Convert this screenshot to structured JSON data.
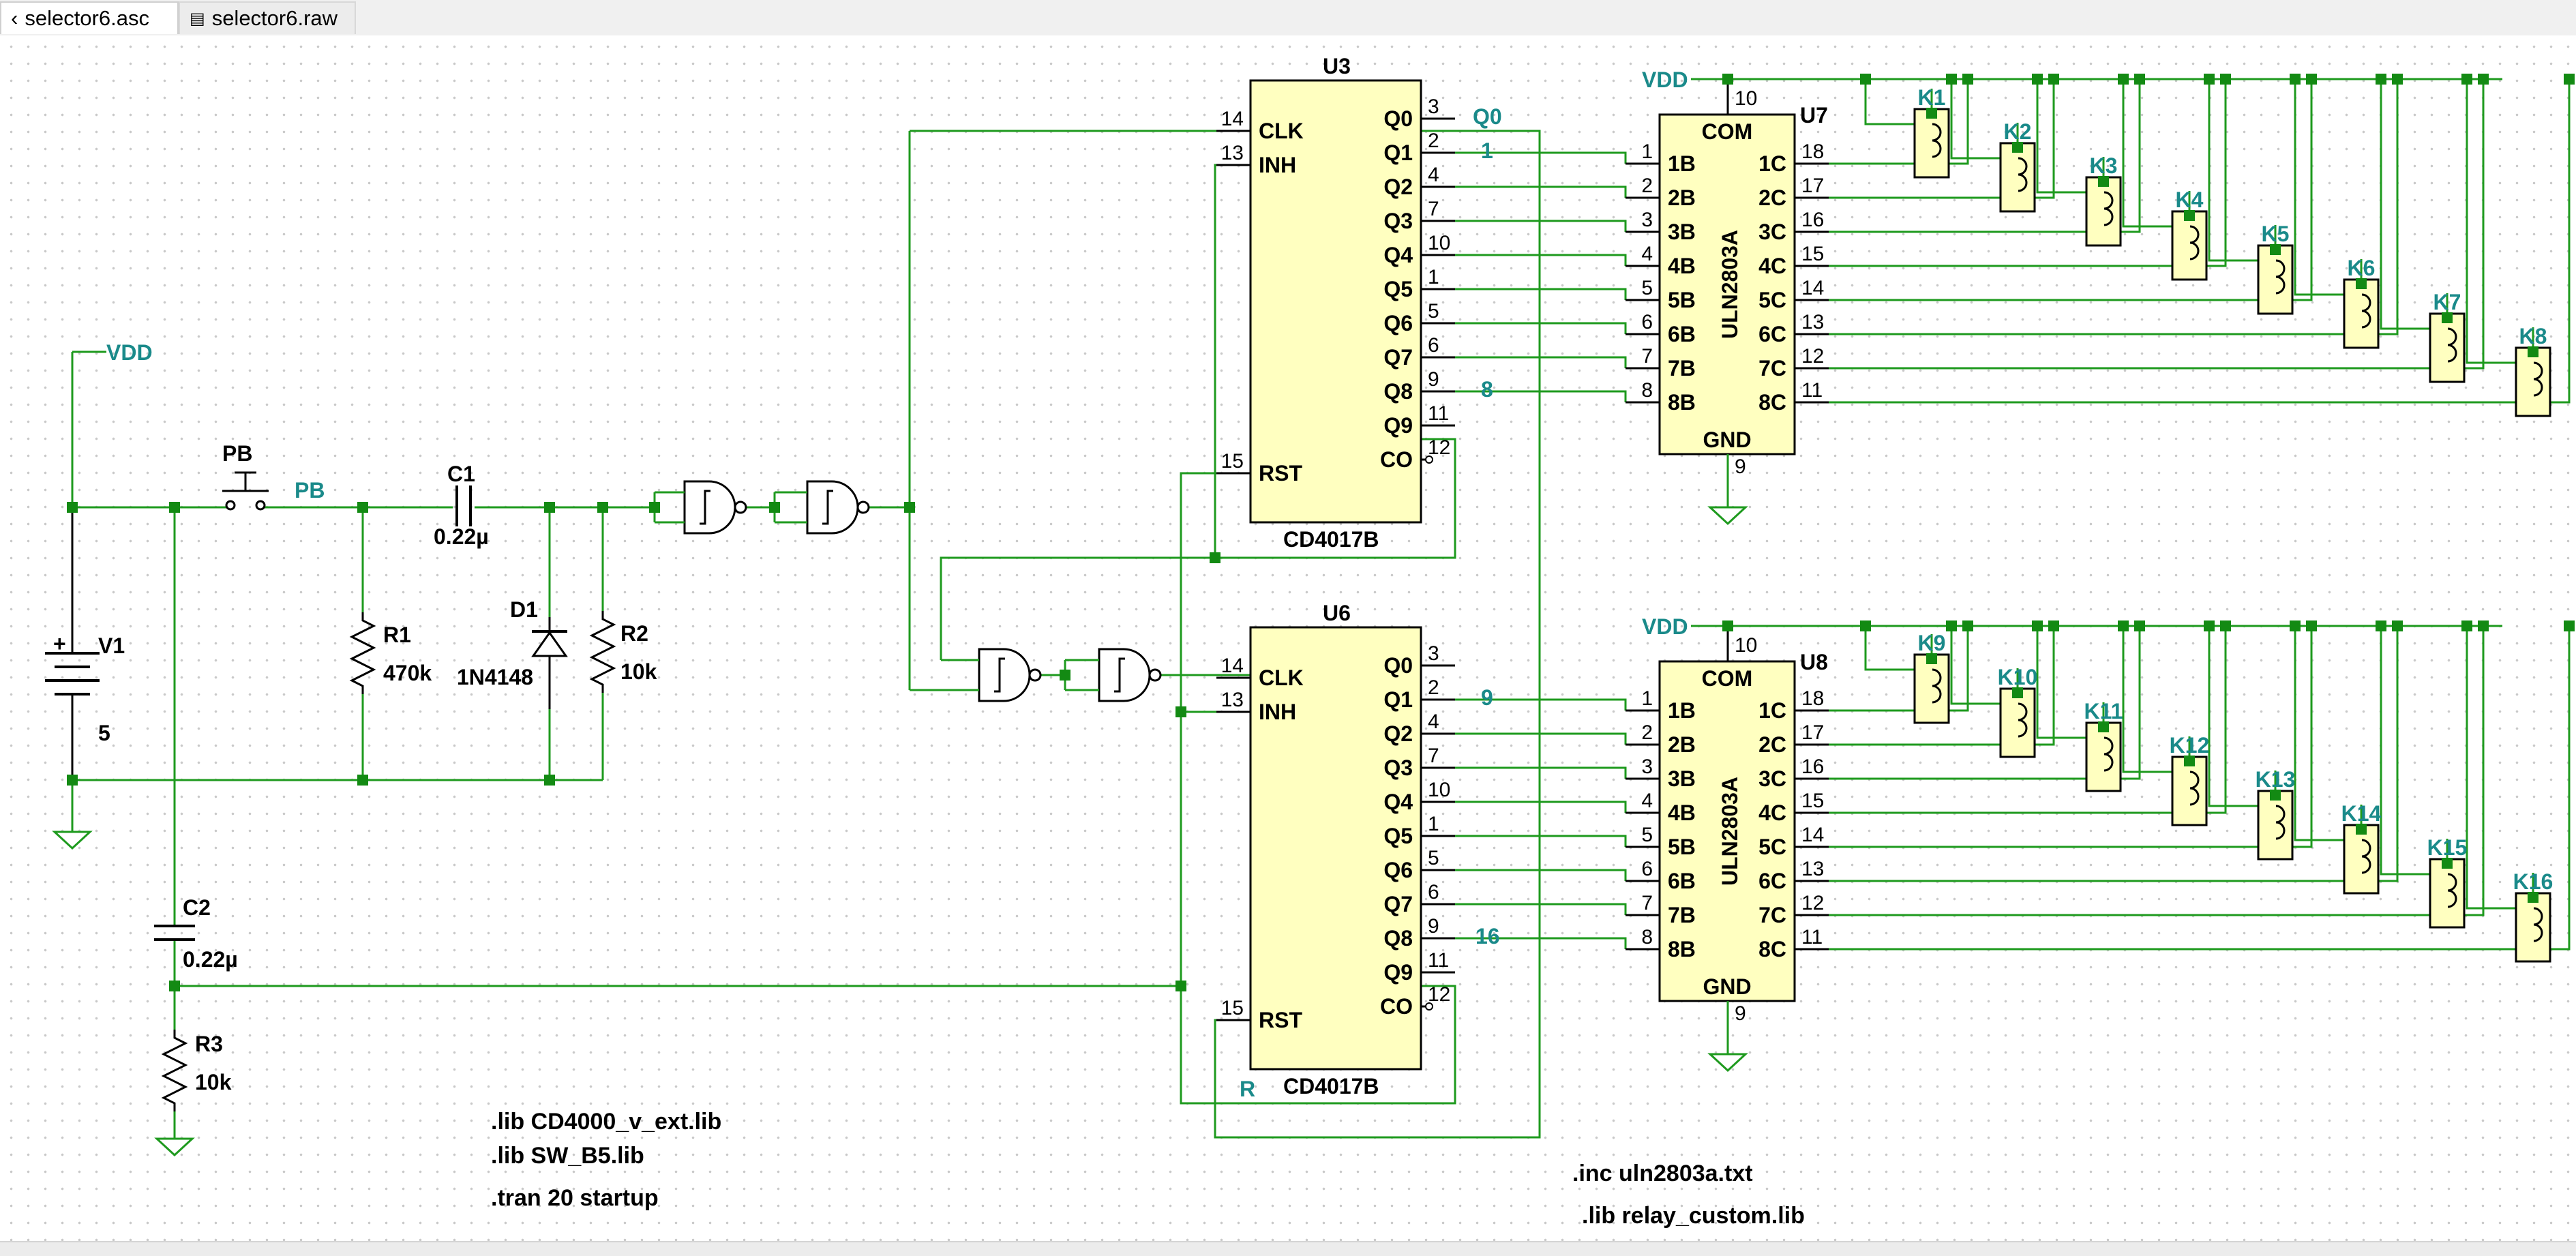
{
  "tabs": [
    {
      "label": "selector6.asc",
      "icon": "schematic-icon"
    },
    {
      "label": "selector6.raw",
      "icon": "waveform-icon"
    }
  ],
  "colors": {
    "wire": "#1e9a1e",
    "junction": "#138a13",
    "body": "#ffffc0",
    "net": "#1a8a8a",
    "text": "#000000"
  },
  "nets": {
    "vdd": "VDD",
    "pb": "PB",
    "q0": "Q0",
    "n1": "1",
    "n8": "8",
    "n9": "9",
    "n16": "16",
    "r": "R"
  },
  "components": {
    "v1": {
      "name": "V1",
      "value": "5",
      "plus": "+"
    },
    "pb": {
      "name": "PB"
    },
    "c1": {
      "name": "C1",
      "value": "0.22µ"
    },
    "r1": {
      "name": "R1",
      "value": "470k"
    },
    "d1": {
      "name": "D1",
      "value": "1N4148"
    },
    "r2": {
      "name": "R2",
      "value": "10k"
    },
    "c2": {
      "name": "C2",
      "value": "0.22µ"
    },
    "r3": {
      "name": "R3",
      "value": "10k"
    }
  },
  "counters": {
    "model": "CD4017B",
    "inputs": [
      {
        "name": "CLK",
        "num": "14"
      },
      {
        "name": "INH",
        "num": "13"
      },
      {
        "name": "RST",
        "num": "15"
      }
    ],
    "outputs": [
      {
        "name": "Q0",
        "num": "3"
      },
      {
        "name": "Q1",
        "num": "2"
      },
      {
        "name": "Q2",
        "num": "4"
      },
      {
        "name": "Q3",
        "num": "7"
      },
      {
        "name": "Q4",
        "num": "10"
      },
      {
        "name": "Q5",
        "num": "1"
      },
      {
        "name": "Q6",
        "num": "5"
      },
      {
        "name": "Q7",
        "num": "6"
      },
      {
        "name": "Q8",
        "num": "9"
      },
      {
        "name": "Q9",
        "num": "11"
      },
      {
        "name": "CO",
        "num": "12"
      }
    ],
    "units": [
      {
        "ref": "U3"
      },
      {
        "ref": "U6"
      }
    ]
  },
  "drivers": {
    "model": "ULN2803A",
    "com": "COM",
    "gnd": "GND",
    "com_num": "10",
    "gnd_num": "9",
    "inputs": [
      {
        "name": "1B",
        "num": "1"
      },
      {
        "name": "2B",
        "num": "2"
      },
      {
        "name": "3B",
        "num": "3"
      },
      {
        "name": "4B",
        "num": "4"
      },
      {
        "name": "5B",
        "num": "5"
      },
      {
        "name": "6B",
        "num": "6"
      },
      {
        "name": "7B",
        "num": "7"
      },
      {
        "name": "8B",
        "num": "8"
      }
    ],
    "outputs": [
      {
        "name": "1C",
        "num": "18"
      },
      {
        "name": "2C",
        "num": "17"
      },
      {
        "name": "3C",
        "num": "16"
      },
      {
        "name": "4C",
        "num": "15"
      },
      {
        "name": "5C",
        "num": "14"
      },
      {
        "name": "6C",
        "num": "13"
      },
      {
        "name": "7C",
        "num": "12"
      },
      {
        "name": "8C",
        "num": "11"
      }
    ],
    "units": [
      {
        "ref": "U7"
      },
      {
        "ref": "U8"
      }
    ]
  },
  "relays": [
    "K1",
    "K2",
    "K3",
    "K4",
    "K5",
    "K6",
    "K7",
    "K8",
    "K9",
    "K10",
    "K11",
    "K12",
    "K13",
    "K14",
    "K15",
    "K16"
  ],
  "directives": [
    ".lib CD4000_v_ext.lib",
    ".lib SW_B5.lib",
    ".tran 20 startup",
    ".inc uln2803a.txt",
    ".lib relay_custom.lib"
  ]
}
